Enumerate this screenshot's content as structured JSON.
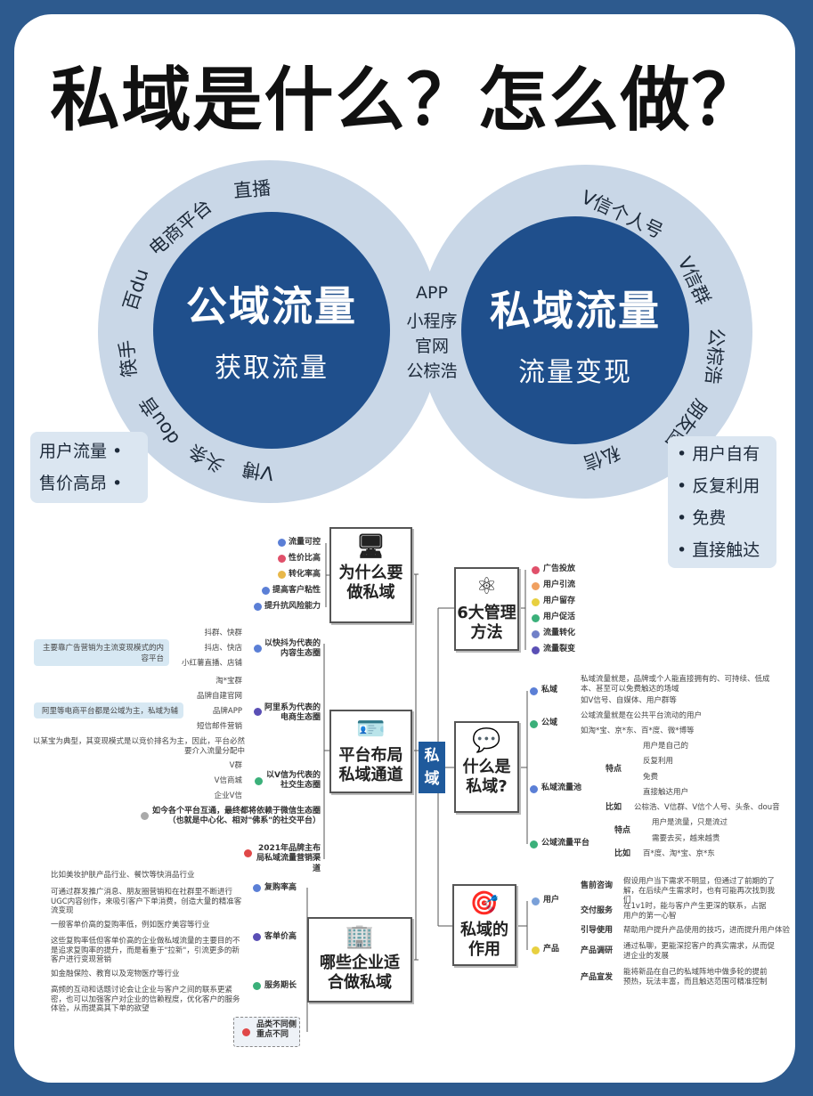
{
  "title": "私域是什么？怎么做？",
  "venn": {
    "public": {
      "title": "公域流量",
      "subtitle": "获取流量",
      "ring": [
        "直播",
        "电商平台",
        "百du",
        "筷手",
        "dou音",
        "头条",
        "V博"
      ]
    },
    "private": {
      "title": "私域流量",
      "subtitle": "流量变现",
      "ring": [
        "V信个人号",
        "V信群",
        "公棕浩",
        "朋友圈",
        "私信"
      ]
    },
    "overlap": [
      "APP",
      "小程序",
      "官网",
      "公棕浩"
    ],
    "public_traits": [
      "用户流量 •",
      "售价高昂 •"
    ],
    "private_traits": [
      "• 用户自有",
      "• 反复利用",
      "• 免费",
      "• 直接触达"
    ]
  },
  "mindmap": {
    "center": "私域",
    "why": {
      "title": "为什么要做私域",
      "items": [
        "流量可控",
        "性价比高",
        "转化率高",
        "提高客户粘性",
        "提升抗风险能力"
      ]
    },
    "platform": {
      "title": "平台布局私域通道",
      "content": {
        "label": "以快抖为代表的内容生态圈",
        "items": [
          "抖群、快群",
          "抖店、快店",
          "小红薯直播、店铺"
        ],
        "note": "主要靠广告营销为主流变现模式的内容平台"
      },
      "ecommerce": {
        "label": "阿里系为代表的电商生态圈",
        "items": [
          "淘*宝群",
          "品牌自建官网",
          "品牌APP",
          "短信邮件营销"
        ],
        "note": "阿里等电商平台都是公域为主，私域为辅",
        "extra": "以某宝为典型，其变现模式是以竞价排名为主，因此，平台必然要介入流量分配中"
      },
      "social": {
        "label": "以V信为代表的社交生态圈",
        "items": [
          "V群",
          "V信商城",
          "企业V信"
        ]
      },
      "summary": "如今各个平台互通，最终都将依赖于微信生态圈（也就是中心化、相对\"佛系\"的社交平台）",
      "year": "2021年品牌主布局私域流量营销渠道"
    },
    "which": {
      "title": "哪些企业适合做私域",
      "groups": [
        {
          "label": "复购率高",
          "notes": [
            "比如美妆护肤产品行业、餐饮等快消品行业",
            "可通过群发推广消息、朋友圈营销和在社群里不断进行UGC内容创作，来吸引客户下单消费，创造大量的精准客流变现"
          ]
        },
        {
          "label": "客单价高",
          "notes": [
            "一般客单价高的复购率低，例如医疗美容等行业",
            "这些复购率低但客单价高的企业做私域流量的主要目的不是追求复购率的提升，而是着重于\"拉新\"，引流更多的新客户进行变现营销"
          ]
        },
        {
          "label": "服务期长",
          "notes": [
            "如金融保险、教育以及宠物医疗等行业",
            "高频的互动和话题讨论会让企业与客户之间的联系更紧密，也可以加强客户对企业的信赖程度，优化客户的服务体验，从而提高其下单的欲望"
          ]
        }
      ],
      "extra": "品类不同侧重点不同"
    },
    "methods": {
      "title": "6大管理方法",
      "items": [
        "广告投放",
        "用户引流",
        "用户留存",
        "用户促活",
        "流量转化",
        "流量裂变"
      ]
    },
    "what": {
      "title": "什么是私域?",
      "private": {
        "label": "私域",
        "notes": [
          "私域流量就是，品牌或个人能直接拥有的、可持续、低成本、甚至可以免费触达的场域",
          "如V信号、自媒体、用户群等"
        ]
      },
      "public": {
        "label": "公域",
        "notes": [
          "公域流量就是在公共平台流动的用户",
          "如淘*宝、京*东、百*度、微*博等"
        ]
      },
      "pool": {
        "label": "私域流量池",
        "feature": "特点",
        "features": [
          "用户是自己的",
          "反复利用",
          "免费",
          "直接触达用户"
        ],
        "example_label": "比如",
        "example": "公棕浩、V信群、V信个人号、头条、dou音"
      },
      "platform": {
        "label": "公域流量平台",
        "feature": "特点",
        "features": [
          "用户是流量，只是流过",
          "需要去买，越来越贵"
        ],
        "example_label": "比如",
        "example": "百*度、淘*宝、京*东"
      }
    },
    "role": {
      "title": "私域的作用",
      "user": {
        "label": "用户",
        "items": [
          {
            "label": "售前咨询",
            "text": "假设用户当下需求不明显，但通过了前期的了解，在后续产生需求时，也有可能再次找到我们"
          },
          {
            "label": "交付服务",
            "text": "在1v1时，能与客户产生更深的联系，占据用户的第一心智"
          }
        ]
      },
      "product": {
        "label": "产品",
        "items": [
          {
            "label": "引导使用",
            "text": "帮助用户提升产品使用的技巧，进而提升用户体验"
          },
          {
            "label": "产品调研",
            "text": "通过私聊，更能深挖客户的真实需求，从而促进企业的发展"
          },
          {
            "label": "产品宣发",
            "text": "能将新品在自己的私域阵地中做多轮的提前预热，玩法丰富，而且触达范围可精准控制"
          }
        ]
      }
    }
  },
  "colors": {
    "frame": "#2d5a8e",
    "core": "#1f4f8c",
    "ring": "#c9d7e7"
  }
}
